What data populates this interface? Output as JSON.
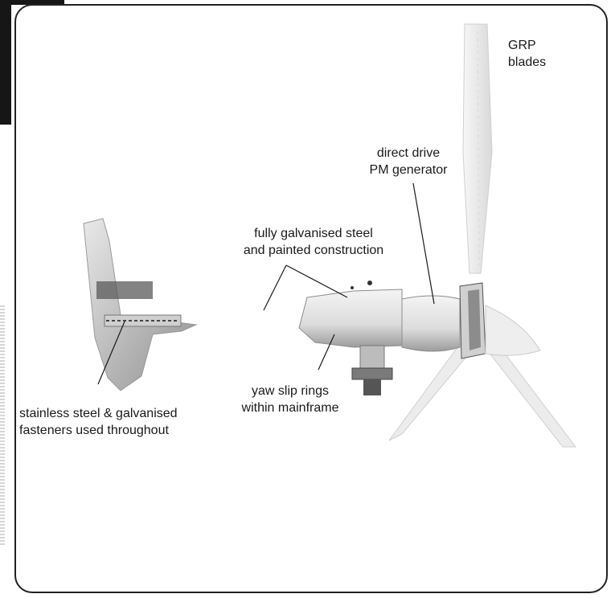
{
  "labels": {
    "grp_blades": [
      "GRP",
      "blades"
    ],
    "direct_drive": [
      "direct drive",
      "PM generator"
    ],
    "galvanised_steel": [
      "fully galvanised steel",
      "and painted construction"
    ],
    "yaw_slip_rings": [
      "yaw slip rings",
      "within mainframe"
    ],
    "fasteners": [
      "stainless steel & galvanised",
      "fasteners used throughout"
    ]
  },
  "colors": {
    "line": "#1a1a1a",
    "metal_light": "#e6e6e6",
    "metal_mid": "#bdbdbd",
    "metal_dark": "#6f6f6f",
    "blade": "#efefef"
  }
}
